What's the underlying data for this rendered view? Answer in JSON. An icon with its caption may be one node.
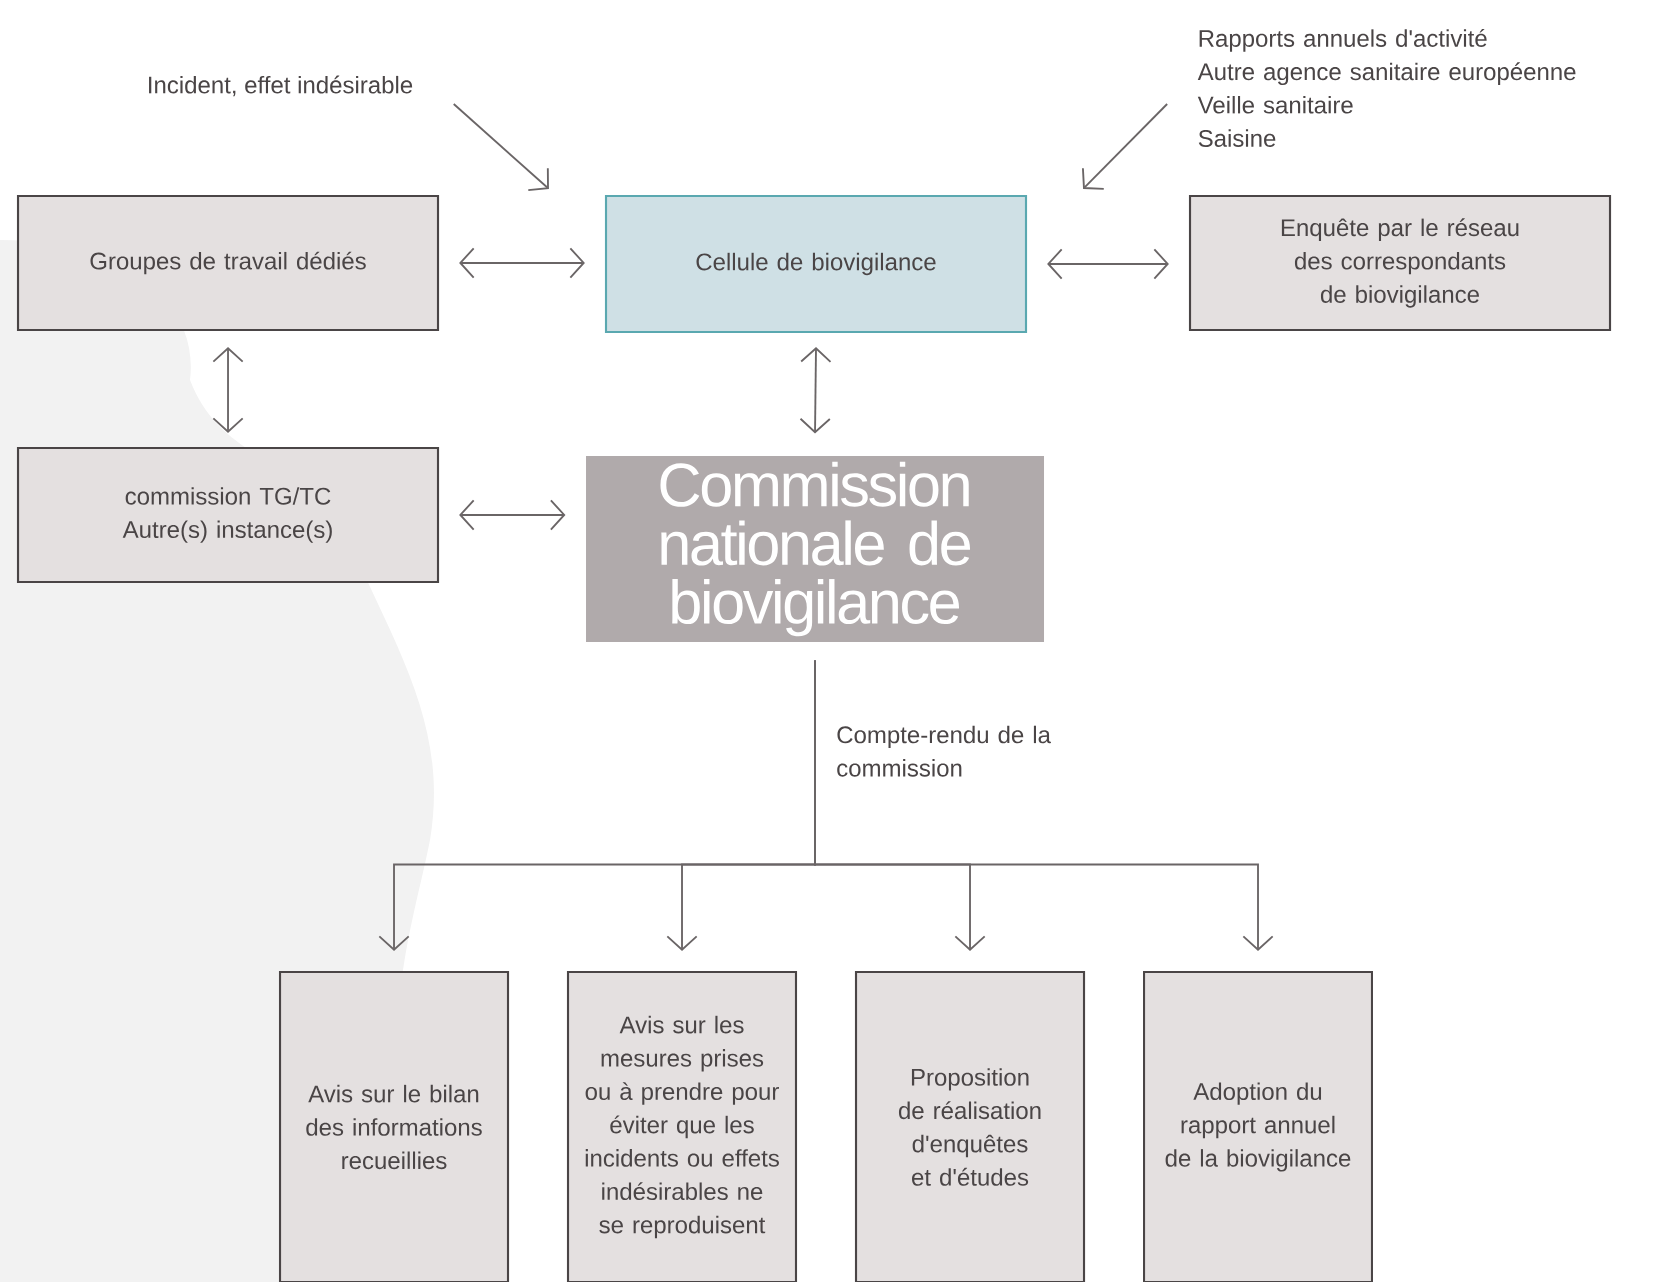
{
  "diagram": {
    "nodes": [
      {
        "text": [
          "Incident, effet indésirable"
        ]
      },
      {
        "text": [
          "Rapports annuels d'activité",
          "Autre agence sanitaire européenne",
          "Veille sanitaire",
          "Saisine"
        ]
      },
      {
        "text": [
          "Groupes de travail dédiés"
        ]
      },
      {
        "text": [
          "Cellule de biovigilance"
        ]
      },
      {
        "text": [
          "Enquête par le réseau des correspondants de biovigilance"
        ]
      },
      {
        "text": [
          "commission TG/TC Autre(s) instance(s)"
        ]
      },
      {
        "text": [
          "Commission nationale de biovigilance"
        ]
      },
      {
        "text": [
          "Avis sur le bilan des informations recueillies"
        ]
      },
      {
        "text": [
          "Avis sur les mesures prises ou à prendre pour éviter que les incidents ou effets indésirables ne se reproduisent"
        ]
      },
      {
        "text": [
          "Proposition de réalisation d'enquêtes et d'études"
        ]
      },
      {
        "text": [
          "Adoption du rapport annuel de la biovigilance"
        ]
      }
    ],
    "edges": [
      {
        "from": 0,
        "to": 3,
        "arrow": "to"
      },
      {
        "from": 1,
        "to": 3,
        "arrow": "to"
      },
      {
        "from": 2,
        "to": 3,
        "arrow": "both"
      },
      {
        "from": 3,
        "to": 4,
        "arrow": "both"
      },
      {
        "from": 2,
        "to": 5,
        "arrow": "both"
      },
      {
        "from": 3,
        "to": 6,
        "arrow": "both"
      },
      {
        "from": 5,
        "to": 6,
        "arrow": "both"
      },
      {
        "from": 6,
        "to": 7,
        "arrow": "to",
        "label": "Compte-rendu de la commission"
      },
      {
        "from": 6,
        "to": 8,
        "arrow": "to"
      },
      {
        "from": 6,
        "to": 9,
        "arrow": "to"
      },
      {
        "from": 6,
        "to": 10,
        "arrow": "to"
      }
    ]
  }
}
